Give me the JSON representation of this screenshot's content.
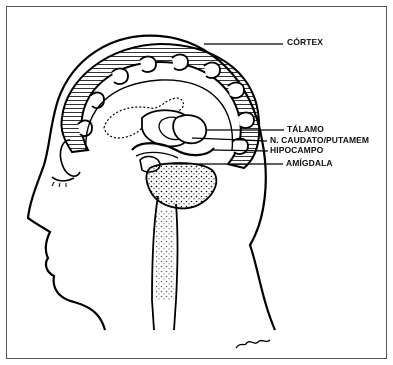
{
  "labels": {
    "cortex": "CÓRTEX",
    "talamo": "TÁLAMO",
    "caudado": "N. CAUDATO/PUTAMEM",
    "hipocampo": "HIPOCAMPO",
    "amigdala": "AMÍGDALA"
  },
  "signature": "Amb"
}
